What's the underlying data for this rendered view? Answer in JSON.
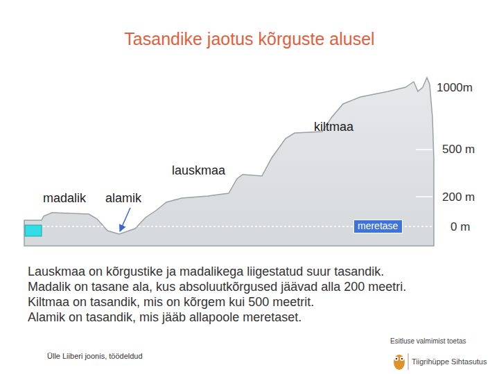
{
  "diagram": {
    "title": "Tasandike jaotus kõrguste alusel",
    "nodes": [
      {
        "text": [
          "meretase"
        ]
      }
    ],
    "labels": [
      "kiltmaa",
      "lauskmaa",
      "madalik",
      "alamik",
      "1000m",
      "500 m",
      "200 m",
      "0 m",
      "Lauskmaa on kõrgustike ja madalikega liigestatud suur tasandik.",
      "Madalik on tasane ala, kus absoluutkõrgused jäävad alla 200 meetri.",
      "Kiltmaa on tasandik, mis on kõrgem kui 500 meetrit.",
      "Alamik on tasandik, mis jääb allapoole meretaset.",
      "Ülle Liiberi joonis, töödeldud",
      "Esitluse valmimist toetas",
      "Tiigrihüppe Sihtasutus"
    ]
  }
}
